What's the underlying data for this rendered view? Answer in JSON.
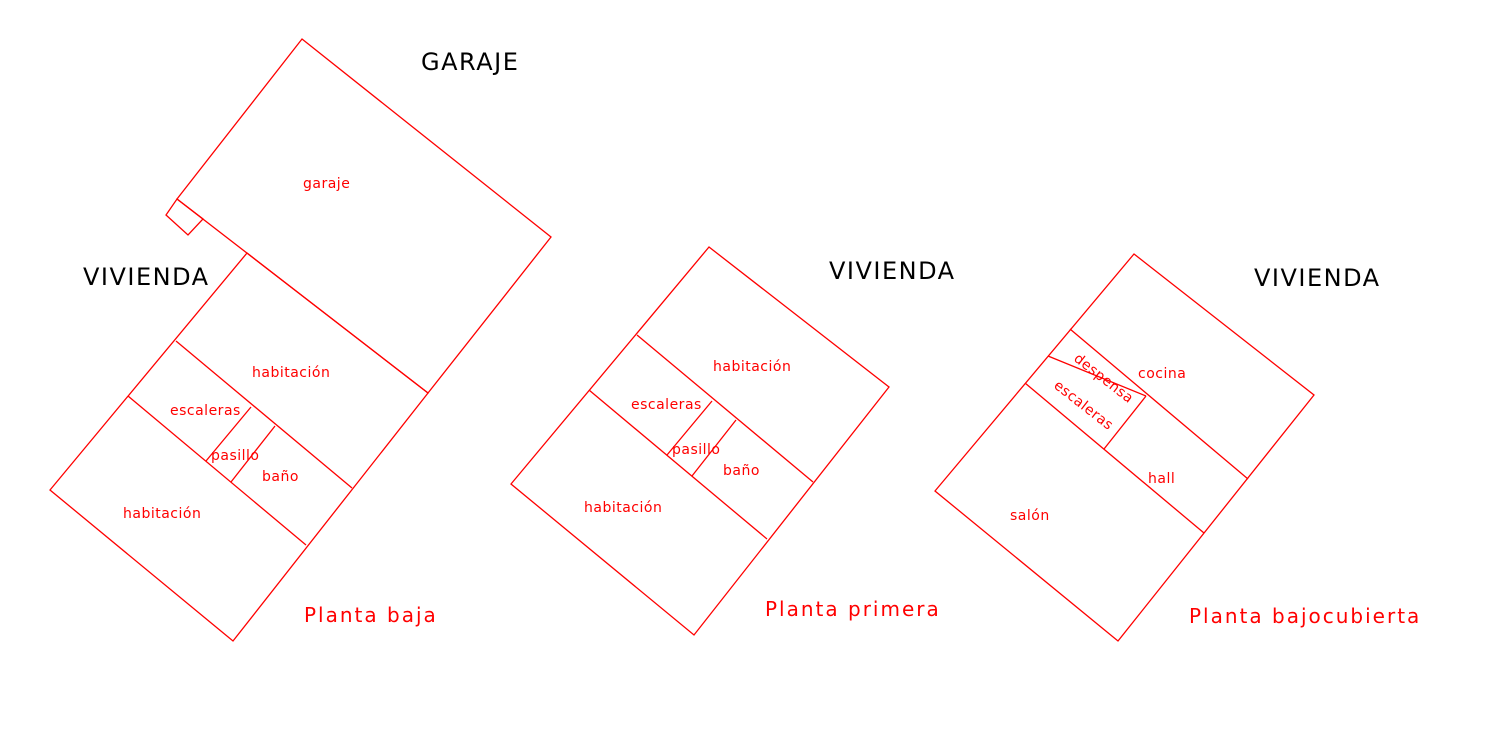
{
  "colors": {
    "lines": "#ff0000",
    "labels": "#ff0000",
    "zone_labels": "#000000",
    "background": "#ffffff"
  },
  "plans": [
    {
      "title": "Planta baja",
      "zones": [
        "GARAJE",
        "VIVIENDA"
      ],
      "rooms": [
        "garaje",
        "habitación",
        "escaleras",
        "pasillo",
        "baño",
        "habitación"
      ]
    },
    {
      "title": "Planta primera",
      "zones": [
        "VIVIENDA"
      ],
      "rooms": [
        "habitación",
        "escaleras",
        "pasillo",
        "baño",
        "habitación"
      ]
    },
    {
      "title": "Planta bajocubierta",
      "zones": [
        "VIVIENDA"
      ],
      "rooms": [
        "despensa",
        "cocina",
        "escaleras",
        "hall",
        "salón"
      ]
    }
  ]
}
